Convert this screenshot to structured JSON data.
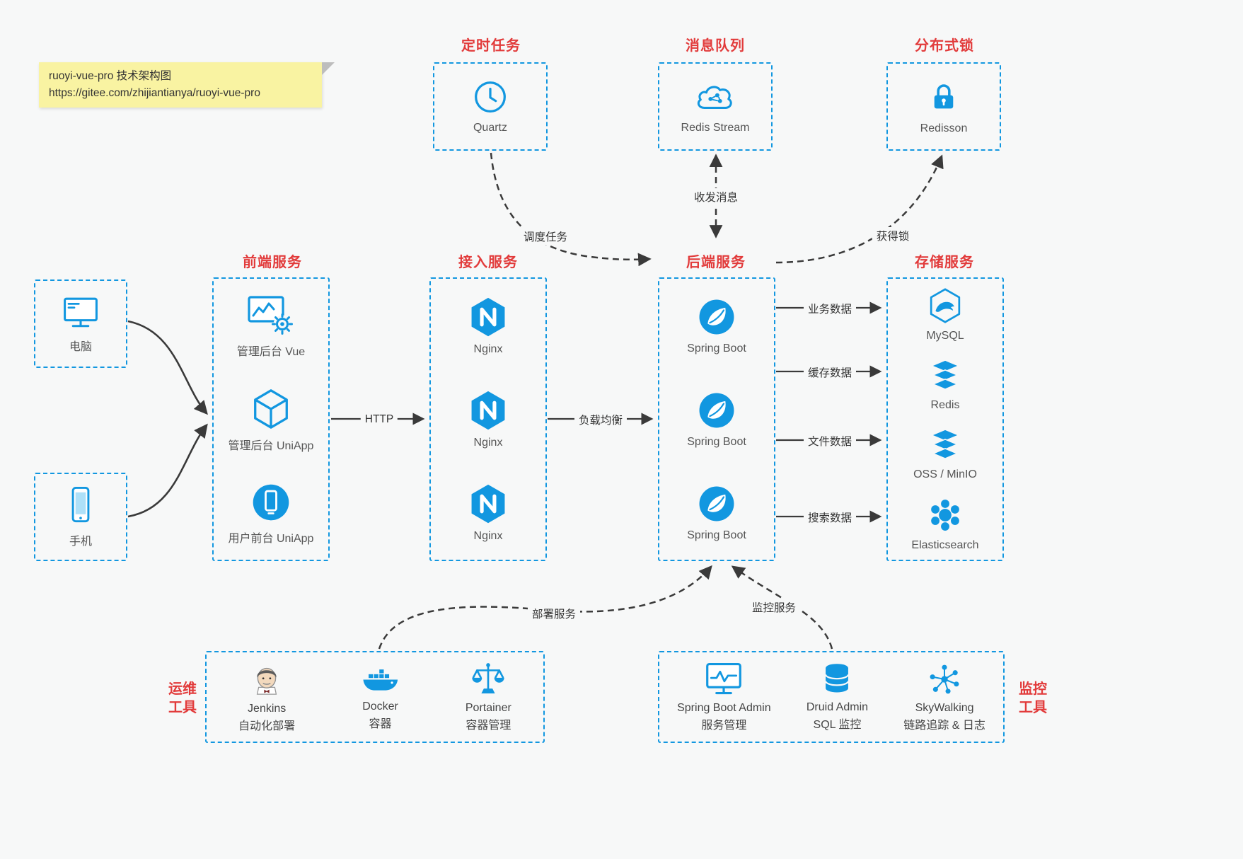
{
  "note": {
    "line1": "ruoyi-vue-pro 技术架构图",
    "line2": "https://gitee.com/zhijiantianya/ruoyi-vue-pro"
  },
  "colors": {
    "blue": "#1297e0",
    "red": "#e23b3b",
    "background": "#f7f8f8"
  },
  "top": [
    {
      "title": "定时任务",
      "icon": "clock-icon",
      "label": "Quartz"
    },
    {
      "title": "消息队列",
      "icon": "cloud-hub-icon",
      "label": "Redis Stream"
    },
    {
      "title": "分布式锁",
      "icon": "lock-icon",
      "label": "Redisson"
    }
  ],
  "clients": [
    {
      "icon": "desktop-icon",
      "label": "电脑"
    },
    {
      "icon": "phone-icon",
      "label": "手机"
    }
  ],
  "frontend": {
    "title": "前端服务",
    "items": [
      {
        "icon": "admin-vue-icon",
        "label": "管理后台 Vue"
      },
      {
        "icon": "cube-icon",
        "label": "管理后台 UniApp"
      },
      {
        "icon": "mobile-app-icon",
        "label": "用户前台 UniApp"
      }
    ]
  },
  "gateway": {
    "title": "接入服务",
    "items": [
      {
        "icon": "nginx-icon",
        "label": "Nginx"
      },
      {
        "icon": "nginx-icon",
        "label": "Nginx"
      },
      {
        "icon": "nginx-icon",
        "label": "Nginx"
      }
    ]
  },
  "backend": {
    "title": "后端服务",
    "items": [
      {
        "icon": "spring-icon",
        "label": "Spring Boot"
      },
      {
        "icon": "spring-icon",
        "label": "Spring Boot"
      },
      {
        "icon": "spring-icon",
        "label": "Spring Boot"
      }
    ]
  },
  "storage": {
    "title": "存储服务",
    "items": [
      {
        "icon": "mysql-icon",
        "label": "MySQL"
      },
      {
        "icon": "layers-icon",
        "label": "Redis"
      },
      {
        "icon": "layers-icon",
        "label": "OSS / MinIO"
      },
      {
        "icon": "elasticsearch-icon",
        "label": "Elasticsearch"
      }
    ]
  },
  "ops": {
    "side_line1": "运维",
    "side_line2": "工具",
    "items": [
      {
        "icon": "jenkins-icon",
        "label1": "Jenkins",
        "label2": "自动化部署"
      },
      {
        "icon": "docker-icon",
        "label1": "Docker",
        "label2": "容器"
      },
      {
        "icon": "portainer-icon",
        "label1": "Portainer",
        "label2": "容器管理"
      }
    ]
  },
  "monitorTools": {
    "side_line1": "监控",
    "side_line2": "工具",
    "items": [
      {
        "icon": "monitor-pulse-icon",
        "label1": "Spring Boot Admin",
        "label2": "服务管理"
      },
      {
        "icon": "database-icon",
        "label1": "Druid Admin",
        "label2": "SQL 监控"
      },
      {
        "icon": "skywalking-icon",
        "label1": "SkyWalking",
        "label2": "链路追踪 & 日志"
      }
    ]
  },
  "edges": {
    "http": "HTTP",
    "load_balance": "负载均衡",
    "schedule": "调度任务",
    "messages": "收发消息",
    "lock": "获得锁",
    "business_data": "业务数据",
    "cache_data": "缓存数据",
    "file_data": "文件数据",
    "search_data": "搜索数据",
    "deploy": "部署服务",
    "monitor": "监控服务"
  }
}
